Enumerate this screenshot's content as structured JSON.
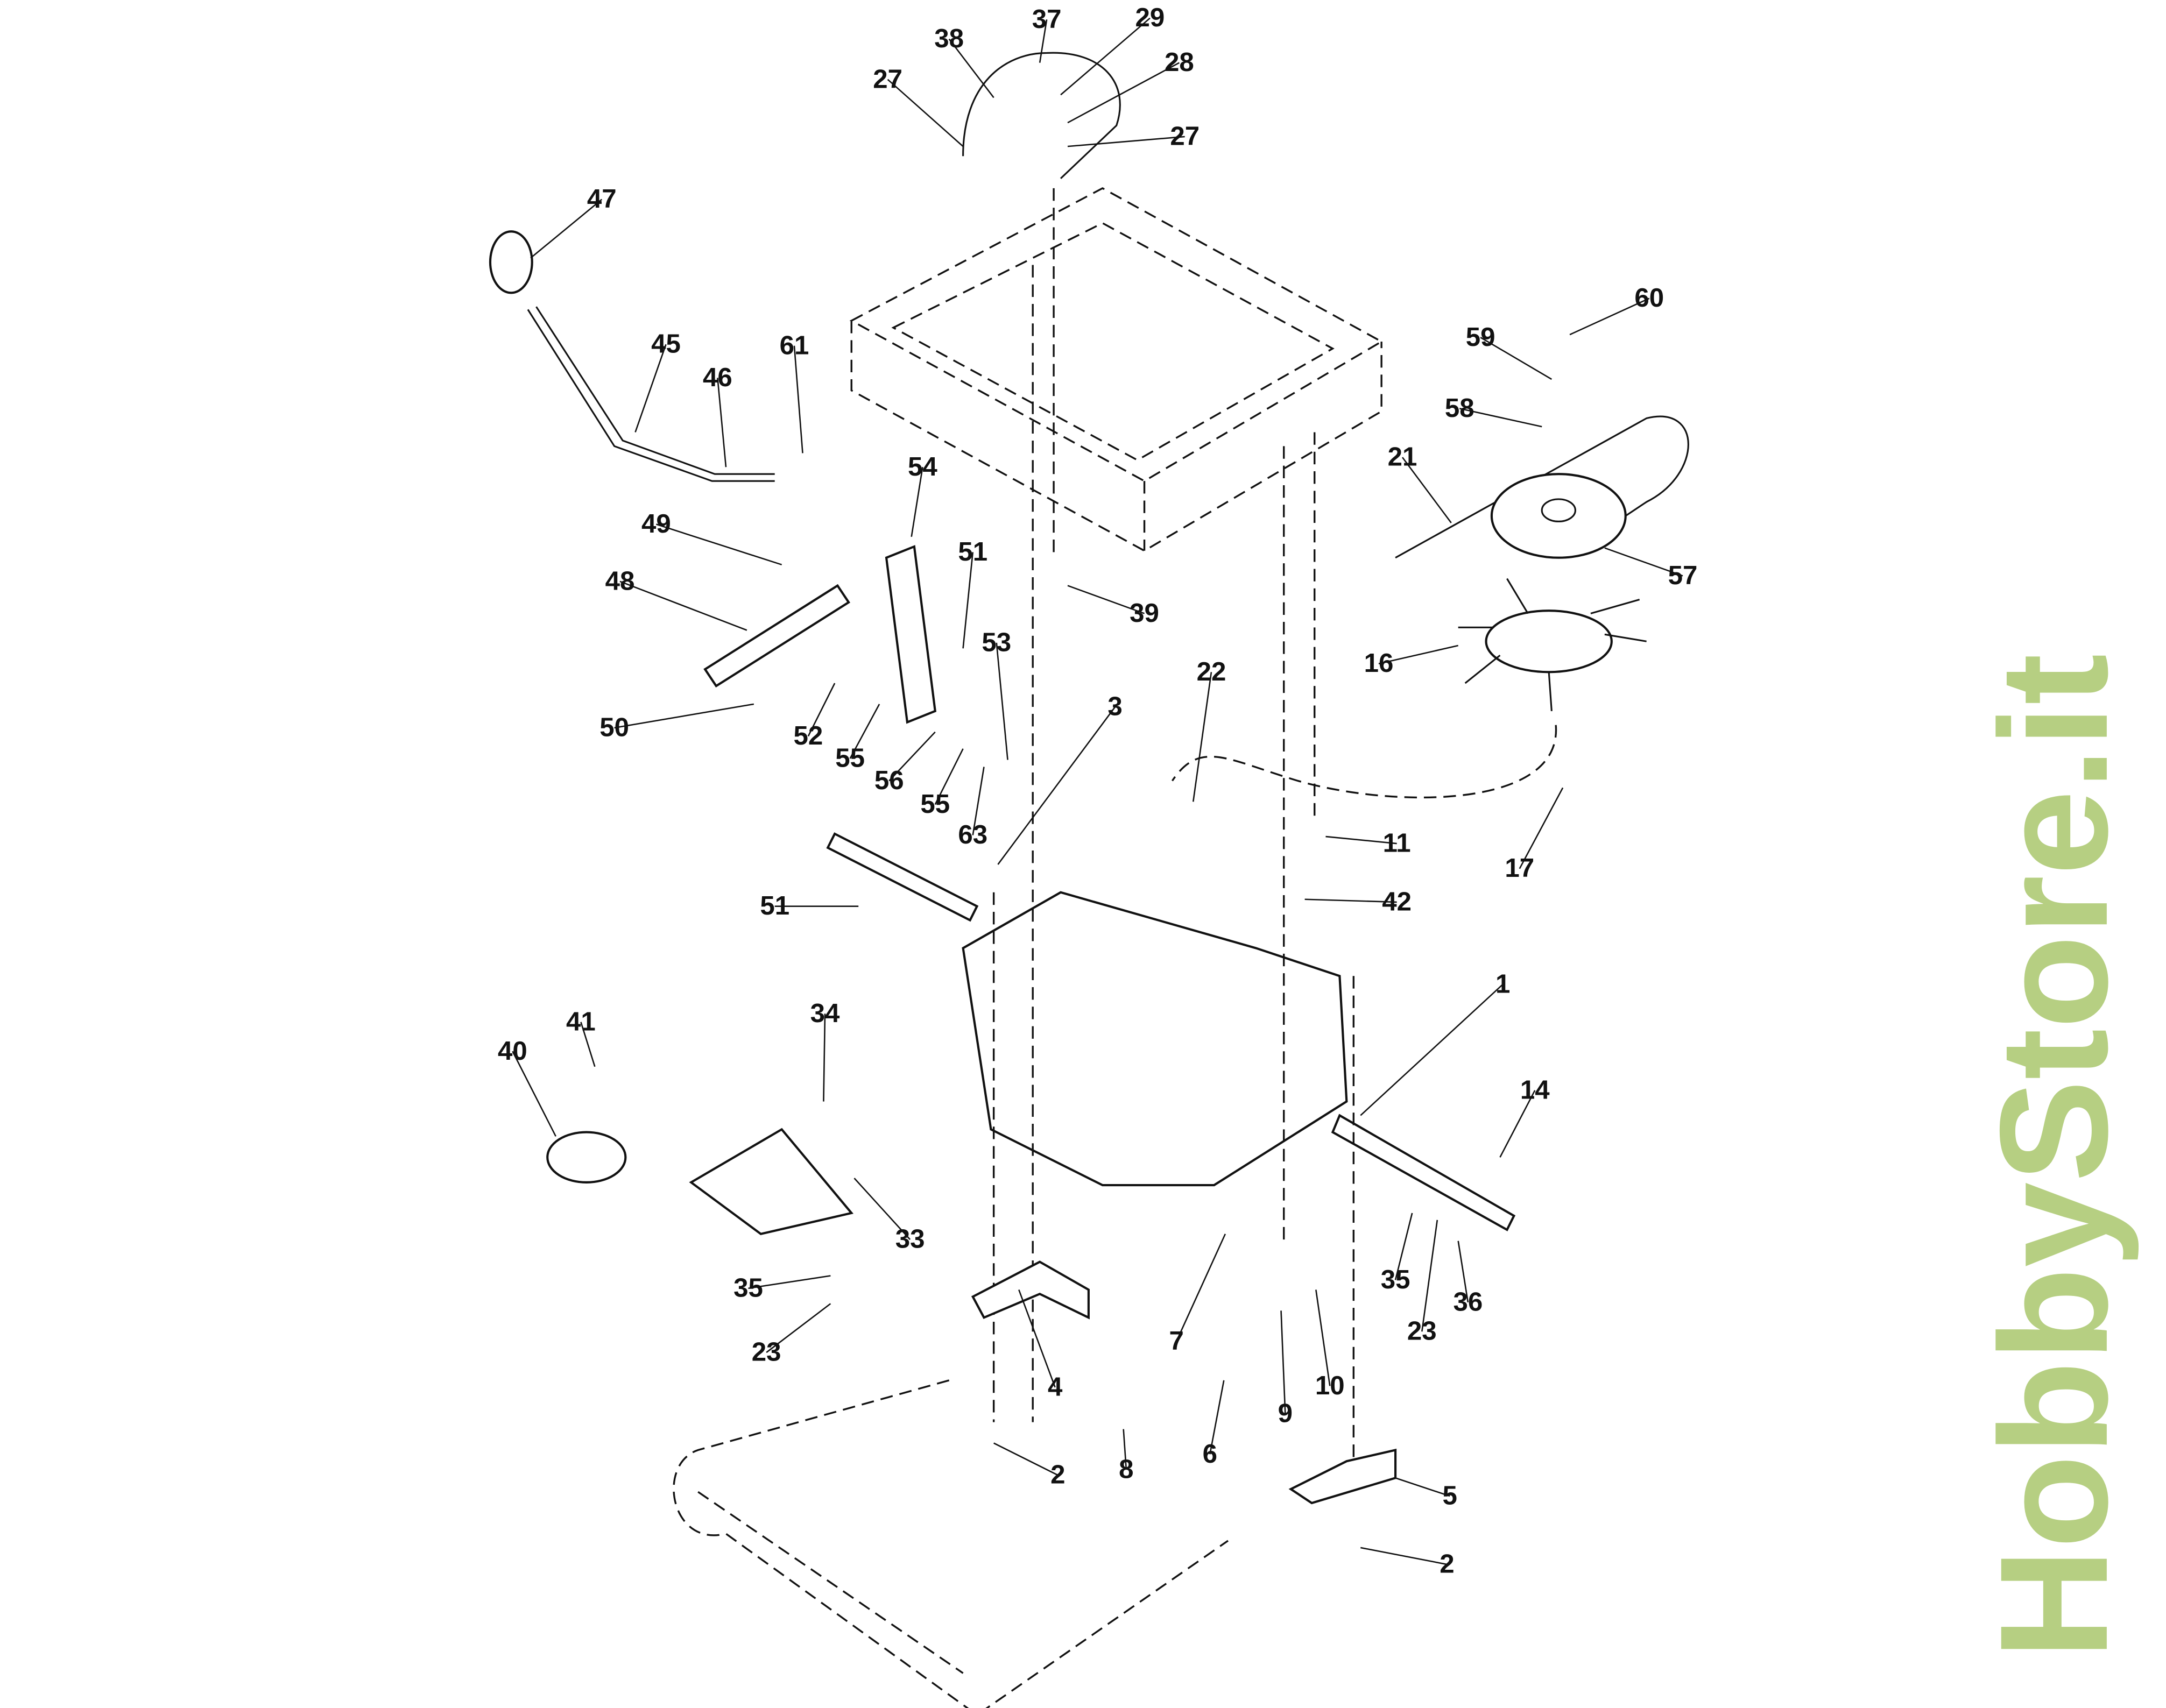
{
  "diagram": {
    "title": "Transaxle exploded parts diagram",
    "watermark": "HobbyStore.it",
    "callouts": [
      "37",
      "29",
      "38",
      "28",
      "27",
      "27",
      "47",
      "45",
      "46",
      "61",
      "60",
      "59",
      "58",
      "21",
      "57",
      "54",
      "51",
      "49",
      "48",
      "53",
      "39",
      "16",
      "22",
      "3",
      "50",
      "52",
      "55",
      "56",
      "55",
      "63",
      "11",
      "17",
      "42",
      "51",
      "1",
      "34",
      "41",
      "40",
      "14",
      "33",
      "35",
      "35",
      "23",
      "23",
      "36",
      "7",
      "4",
      "9",
      "10",
      "6",
      "8",
      "2",
      "5",
      "2"
    ]
  }
}
